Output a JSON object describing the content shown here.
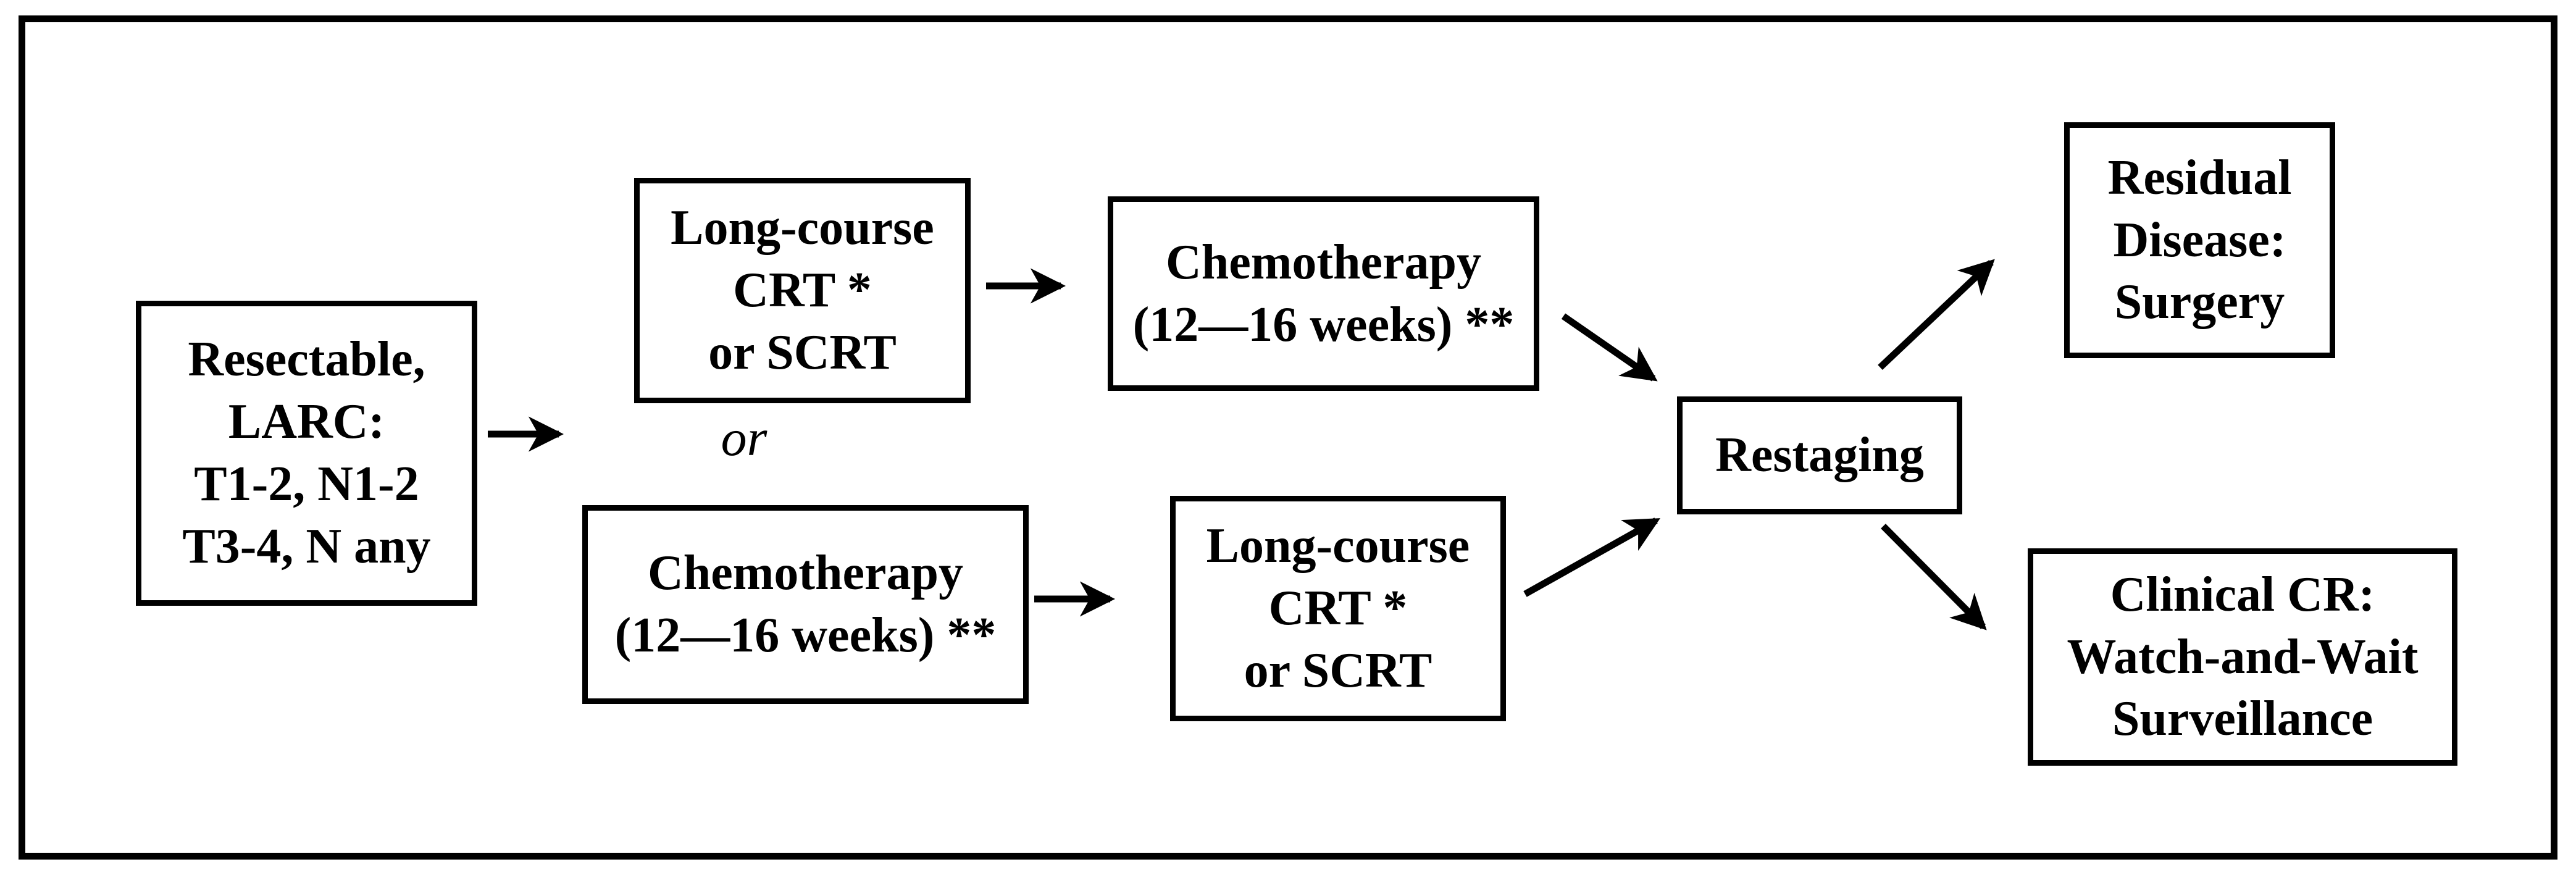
{
  "figure": {
    "background_color": "#ffffff",
    "line_color": "#000000",
    "text_color": "#000000"
  },
  "or_label": "or",
  "nodes": {
    "resectable": {
      "lines": [
        "Resectable,",
        "LARC:",
        "T1-2, N1-2",
        "T3-4, N any"
      ]
    },
    "crt_top": {
      "lines": [
        "Long-course",
        "CRT *",
        "or SCRT"
      ]
    },
    "chemo_top": {
      "lines": [
        "Chemotherapy",
        "(12—16 weeks) **"
      ]
    },
    "chemo_bottom": {
      "lines": [
        "Chemotherapy",
        "(12—16 weeks) **"
      ]
    },
    "crt_bottom": {
      "lines": [
        "Long-course",
        "CRT *",
        "or SCRT"
      ]
    },
    "restaging": {
      "lines": [
        "Restaging"
      ]
    },
    "residual": {
      "lines": [
        "Residual",
        "Disease:",
        "Surgery"
      ]
    },
    "clinical": {
      "lines": [
        "Clinical CR:",
        "Watch-and-Wait",
        "Surveillance"
      ]
    }
  },
  "edges": [
    {
      "from": "resectable",
      "to": "treatment-options"
    },
    {
      "from": "crt_top",
      "to": "chemo_top"
    },
    {
      "from": "chemo_bottom",
      "to": "crt_bottom"
    },
    {
      "from": "chemo_top",
      "to": "restaging"
    },
    {
      "from": "crt_bottom",
      "to": "restaging"
    },
    {
      "from": "restaging",
      "to": "residual"
    },
    {
      "from": "restaging",
      "to": "clinical"
    }
  ]
}
